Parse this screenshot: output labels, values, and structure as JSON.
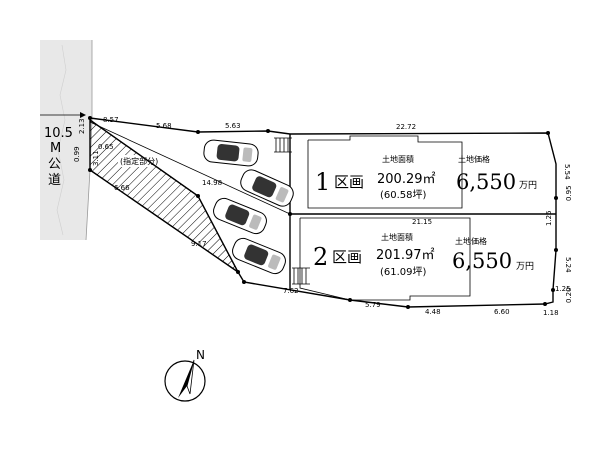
{
  "road": {
    "width_label": "10.5",
    "unit_label": "M",
    "name_label": "公道"
  },
  "designated": {
    "label": "(指定部分)"
  },
  "lots": [
    {
      "number": "1",
      "word": "区画",
      "area_heading": "土地面積",
      "area": "200.29㎡",
      "tsubo": "(60.58坪)",
      "price_heading": "土地価格",
      "price": "6,550",
      "price_unit": "万円"
    },
    {
      "number": "2",
      "word": "区画",
      "area_heading": "土地面積",
      "area": "201.97㎡",
      "tsubo": "(61.09坪)",
      "price_heading": "土地価格",
      "price": "6,550",
      "price_unit": "万円"
    }
  ],
  "dimensions": {
    "d_857": "8.57",
    "d_568": "5.68",
    "d_563": "5.63",
    "d_2272": "22.72",
    "d_213": "2.13",
    "d_099": "0.99",
    "d_311": "3.11",
    "d_065": "0.65",
    "d_666": "6.66",
    "d_1498": "14.98",
    "d_917": "9.17",
    "d_2115": "21.15",
    "d_554": "5.54",
    "d_095": "0.95",
    "d_125a": "1.25",
    "d_524": "5.24",
    "d_125b": "1.25",
    "d_020": "0.20",
    "d_118": "1.18",
    "d_762": "7.62",
    "d_579": "5.79",
    "d_448": "4.48",
    "d_660": "6.60"
  },
  "compass": {
    "north_label": "N"
  }
}
